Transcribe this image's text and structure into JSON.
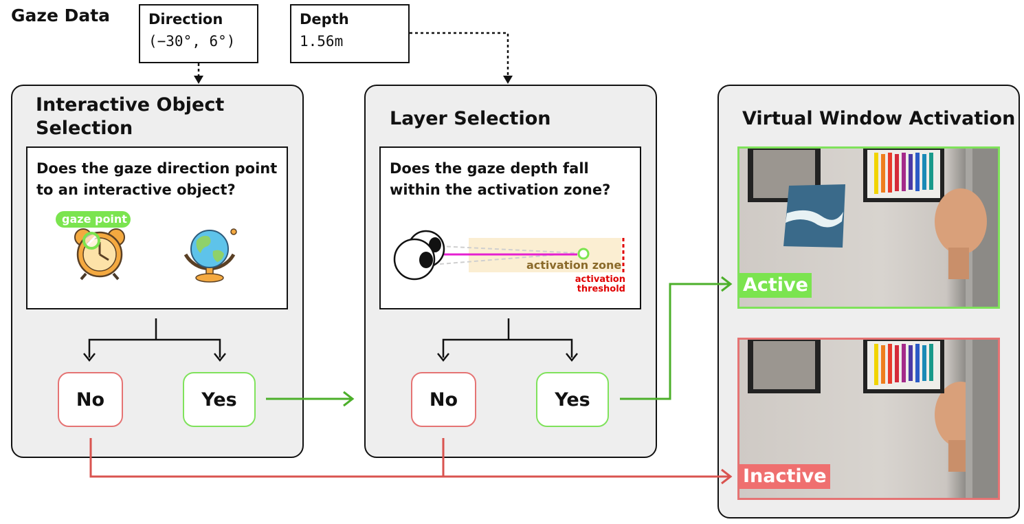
{
  "header": {
    "title": "Gaze Data"
  },
  "gaze": {
    "direction_label": "Direction",
    "direction_value": "(−30°, 6°)",
    "depth_label": "Depth",
    "depth_value": "1.56m"
  },
  "stage1": {
    "title": "Interactive Object Selection",
    "question": "Does the gaze direction point to an interactive object?",
    "gaze_point_label": "gaze point",
    "no_label": "No",
    "yes_label": "Yes"
  },
  "stage2": {
    "title": "Layer Selection",
    "question": "Does the gaze depth fall within the activation zone?",
    "zone_label": "activation zone",
    "threshold_label": "activation threshold",
    "no_label": "No",
    "yes_label": "Yes"
  },
  "stage3": {
    "title": "Virtual Window Activation",
    "active_label": "Active",
    "inactive_label": "Inactive"
  },
  "colors": {
    "yes_green": "#4caf2a",
    "no_red": "#d9534f",
    "threshold_red": "#e00000"
  },
  "icons": [
    "alarm-clock-icon",
    "globe-icon",
    "eyes-icon",
    "head-icon"
  ]
}
